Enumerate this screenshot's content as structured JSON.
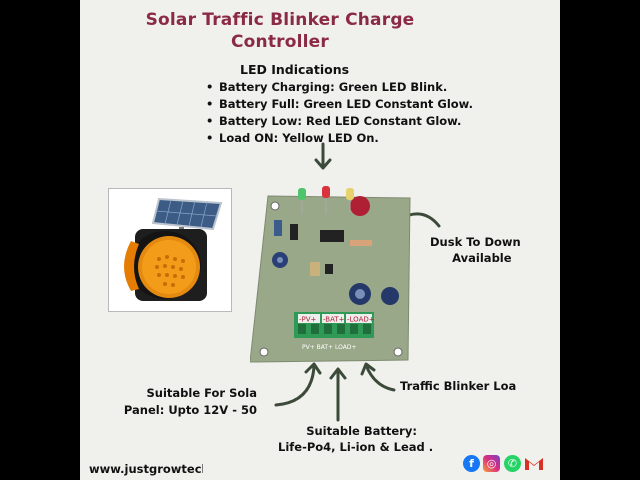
{
  "title_line1": "Solar Traffic Blinker Charge",
  "title_line2": "Controller",
  "led_heading": "LED Indications",
  "led_items": [
    "Battery Charging: Green LED Blink.",
    "Battery Full: Green LED Constant Glow.",
    "Battery Low: Red LED Constant Glow.",
    "Load ON: Yellow LED On."
  ],
  "dusk_line1": "Dusk To Down",
  "dusk_line2": "Available",
  "solar_line1": "Suitable For Sola",
  "solar_line2": "Panel: Upto 12V - 50",
  "load_label": "Traffic Blinker Loa",
  "battery_line1": "Suitable Battery:",
  "battery_line2": "Life-Po4, Li-ion & Lead .",
  "website": "www.justgrowtechno",
  "terminals": [
    "-PV+",
    "-BAT+",
    "-LOAD+"
  ],
  "terminal_silk": "PV+ BAT+ LOAD+",
  "icons": [
    "facebook-icon",
    "instagram-icon",
    "whatsapp-icon",
    "gmail-icon"
  ],
  "colors": {
    "title": "#8b2a45",
    "board": "#9aa88a",
    "terminal": "#2f9a55",
    "background": "#f0f0ec"
  }
}
